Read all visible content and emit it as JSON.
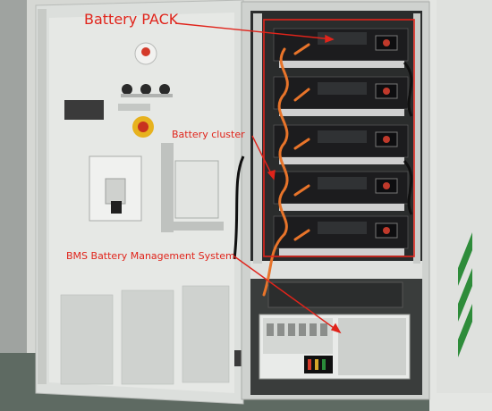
{
  "annotations": {
    "battery_pack": "Battery PACK",
    "battery_cluster": "Battery cluster",
    "bms": "BMS Battery Management System"
  },
  "colors": {
    "annotation": "#e0241b",
    "cabinet": "#d9dcd9",
    "battery_module": "#1c1c1e",
    "cable": "#e8742a"
  }
}
